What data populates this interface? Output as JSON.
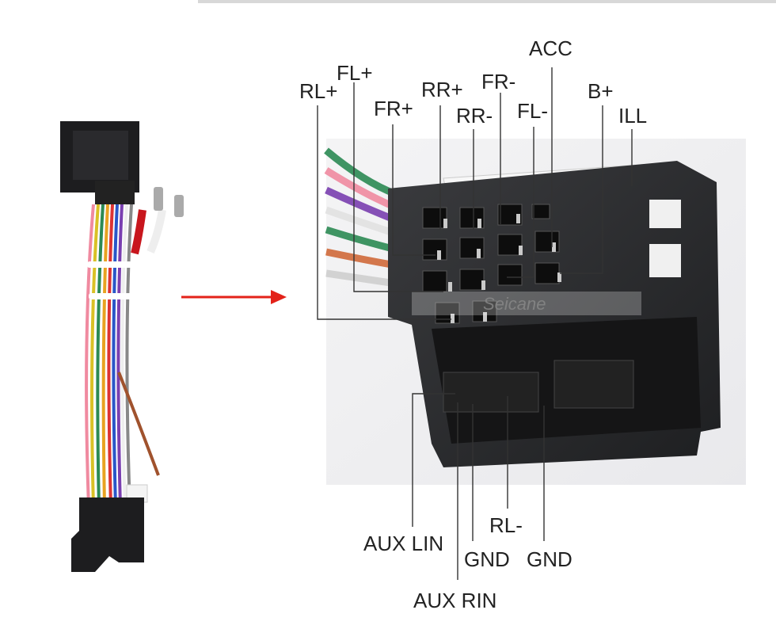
{
  "pins_top": [
    "RL+",
    "FL+",
    "FR+",
    "RR+",
    "RR-",
    "FR-",
    "FL-",
    "ACC",
    "B+",
    "ILL"
  ],
  "pins_bottom": [
    "AUX LIN",
    "GND",
    "RL-",
    "GND",
    "AUX RIN"
  ],
  "watermark": "Seicane",
  "colors": {
    "arrow": "#e32219",
    "line": "#333333"
  }
}
